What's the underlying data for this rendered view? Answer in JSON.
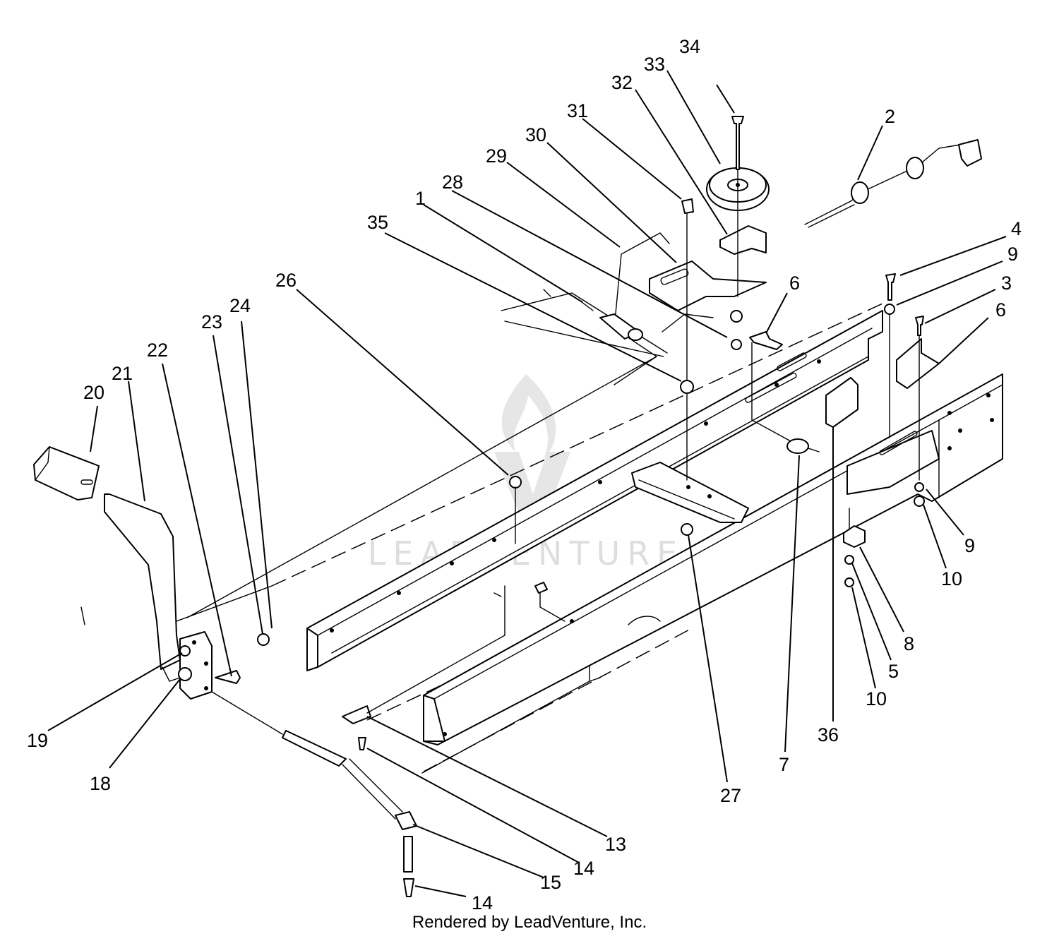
{
  "watermark": {
    "text": "LEADVENTURE"
  },
  "credit": {
    "text": "Rendered by LeadVenture, Inc."
  },
  "callouts": {
    "c1": "1",
    "c2": "2",
    "c3": "3",
    "c4": "4",
    "c5": "5",
    "c6a": "6",
    "c6b": "6",
    "c7": "7",
    "c8": "8",
    "c9a": "9",
    "c9b": "9",
    "c10a": "10",
    "c10b": "10",
    "c13": "13",
    "c14a": "14",
    "c14b": "14",
    "c15": "15",
    "c18": "18",
    "c19": "19",
    "c20": "20",
    "c21": "21",
    "c22": "22",
    "c23": "23",
    "c24": "24",
    "c26": "26",
    "c27": "27",
    "c28": "28",
    "c29": "29",
    "c30": "30",
    "c31": "31",
    "c32": "32",
    "c33": "33",
    "c34": "34",
    "c35": "35",
    "c36": "36"
  }
}
